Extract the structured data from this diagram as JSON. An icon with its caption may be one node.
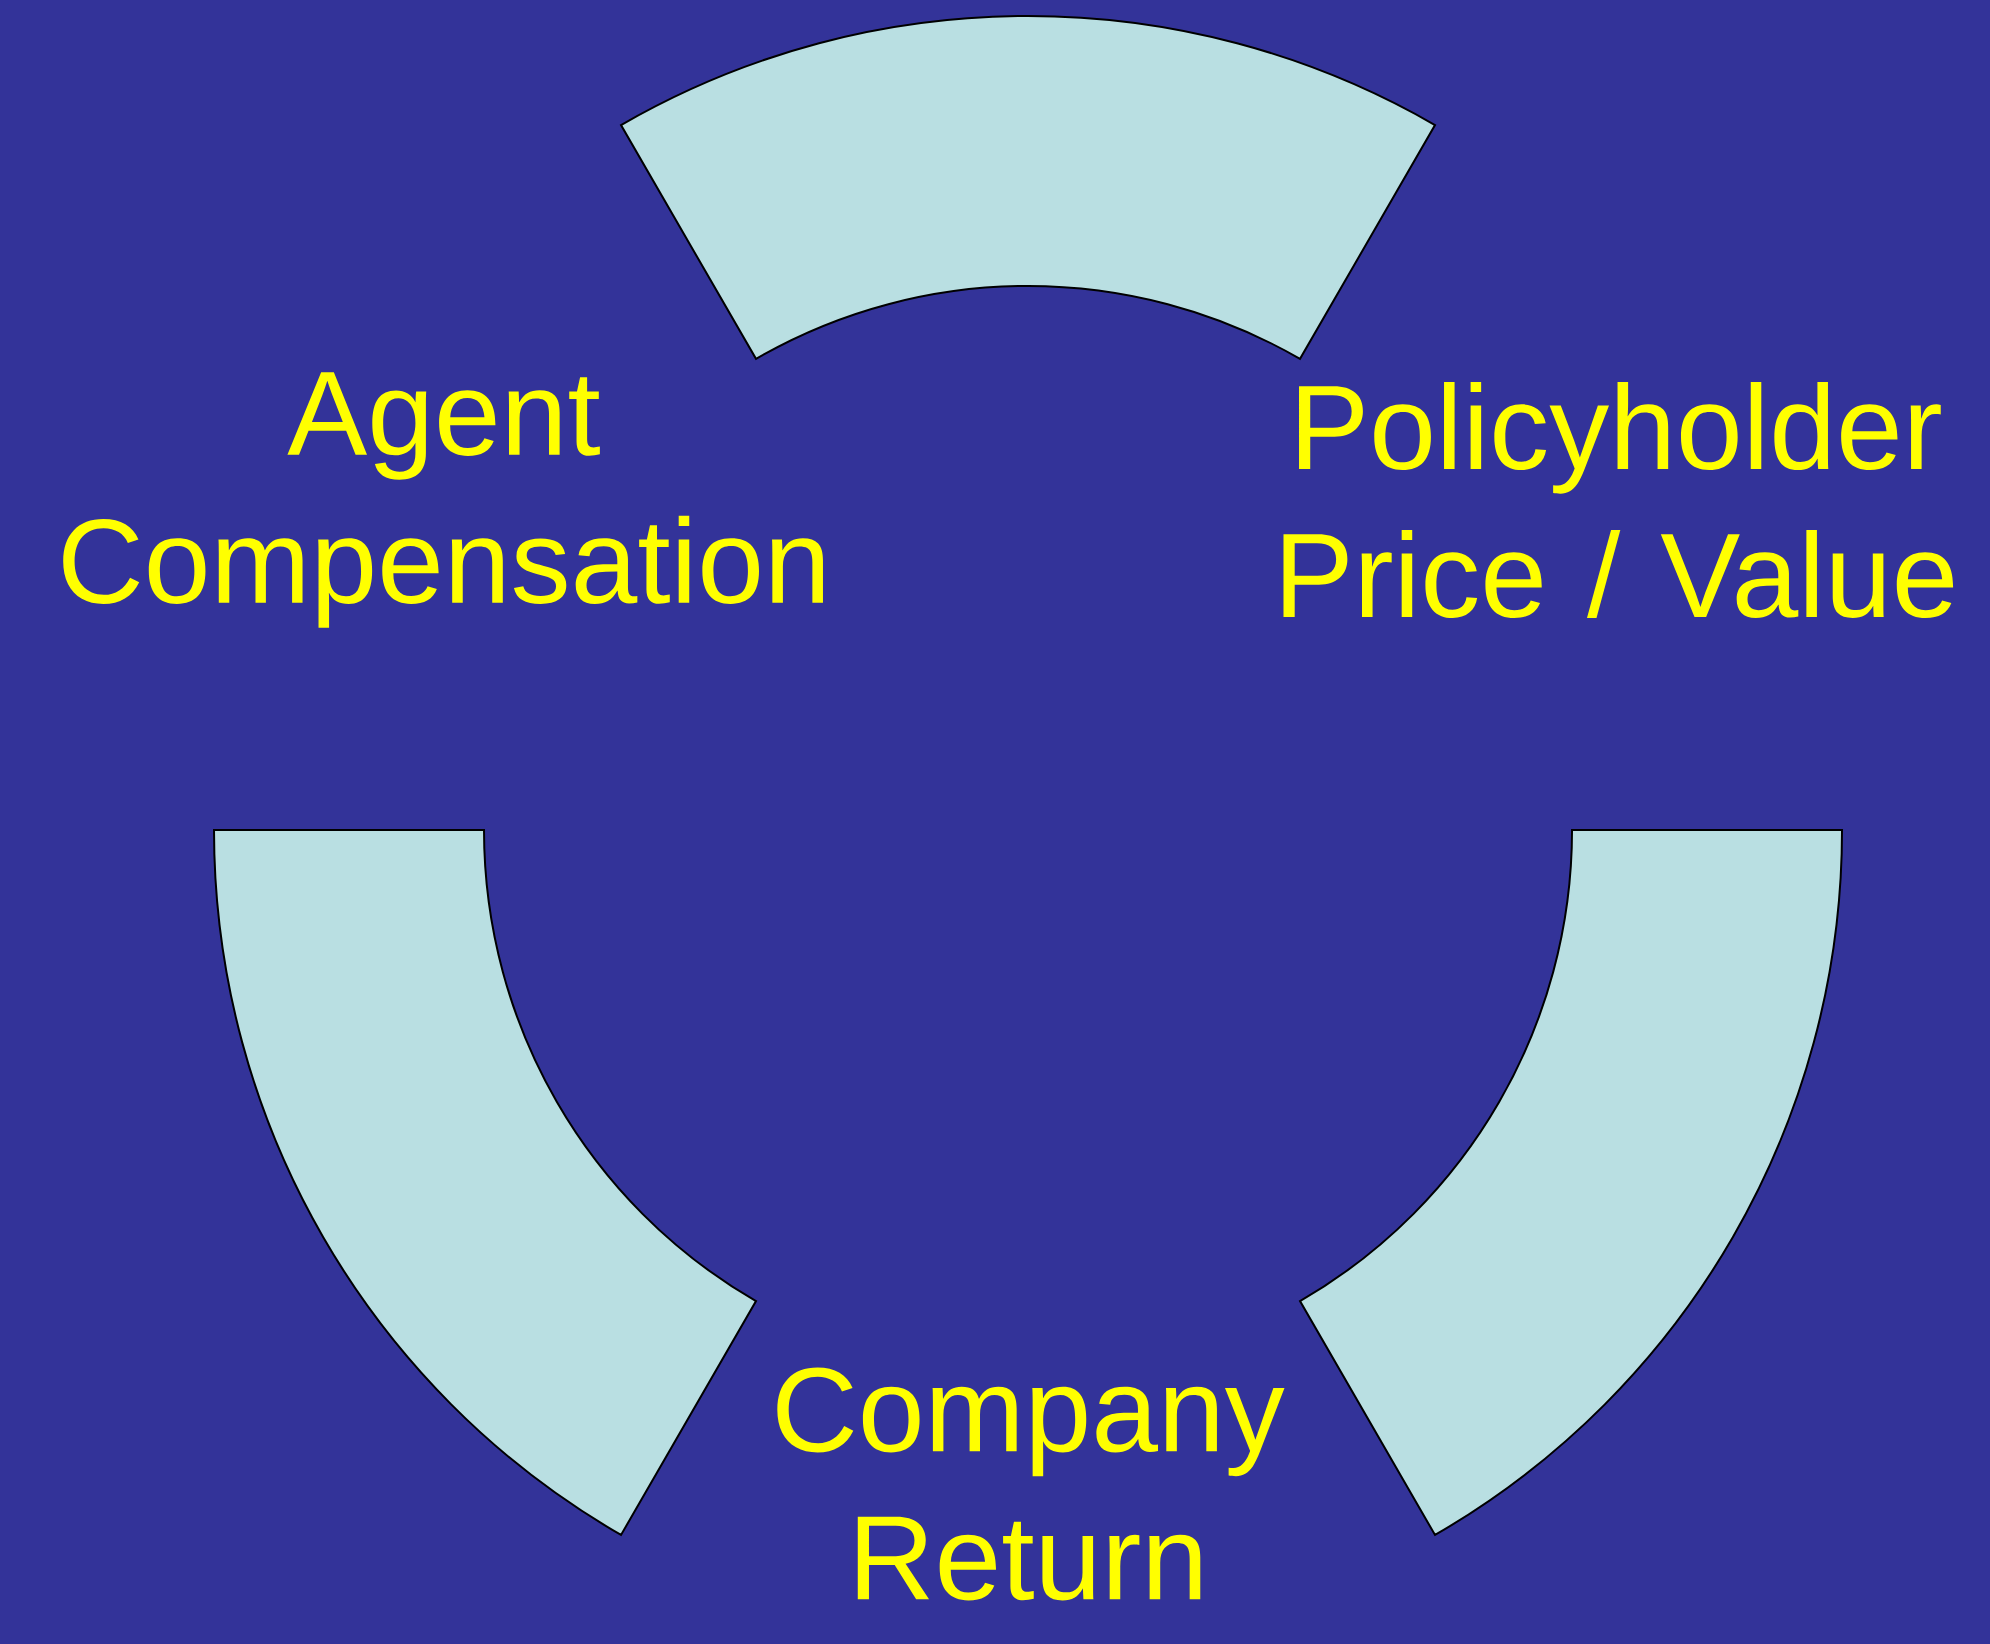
{
  "diagram": {
    "nodes": [
      {
        "text": [],
        "shape": "band"
      },
      {
        "text": [],
        "shape": "band"
      },
      {
        "text": [],
        "shape": "band"
      }
    ],
    "labels": [
      "Agent Compensation",
      "Policyholder Price / Value",
      "Company Return"
    ]
  }
}
